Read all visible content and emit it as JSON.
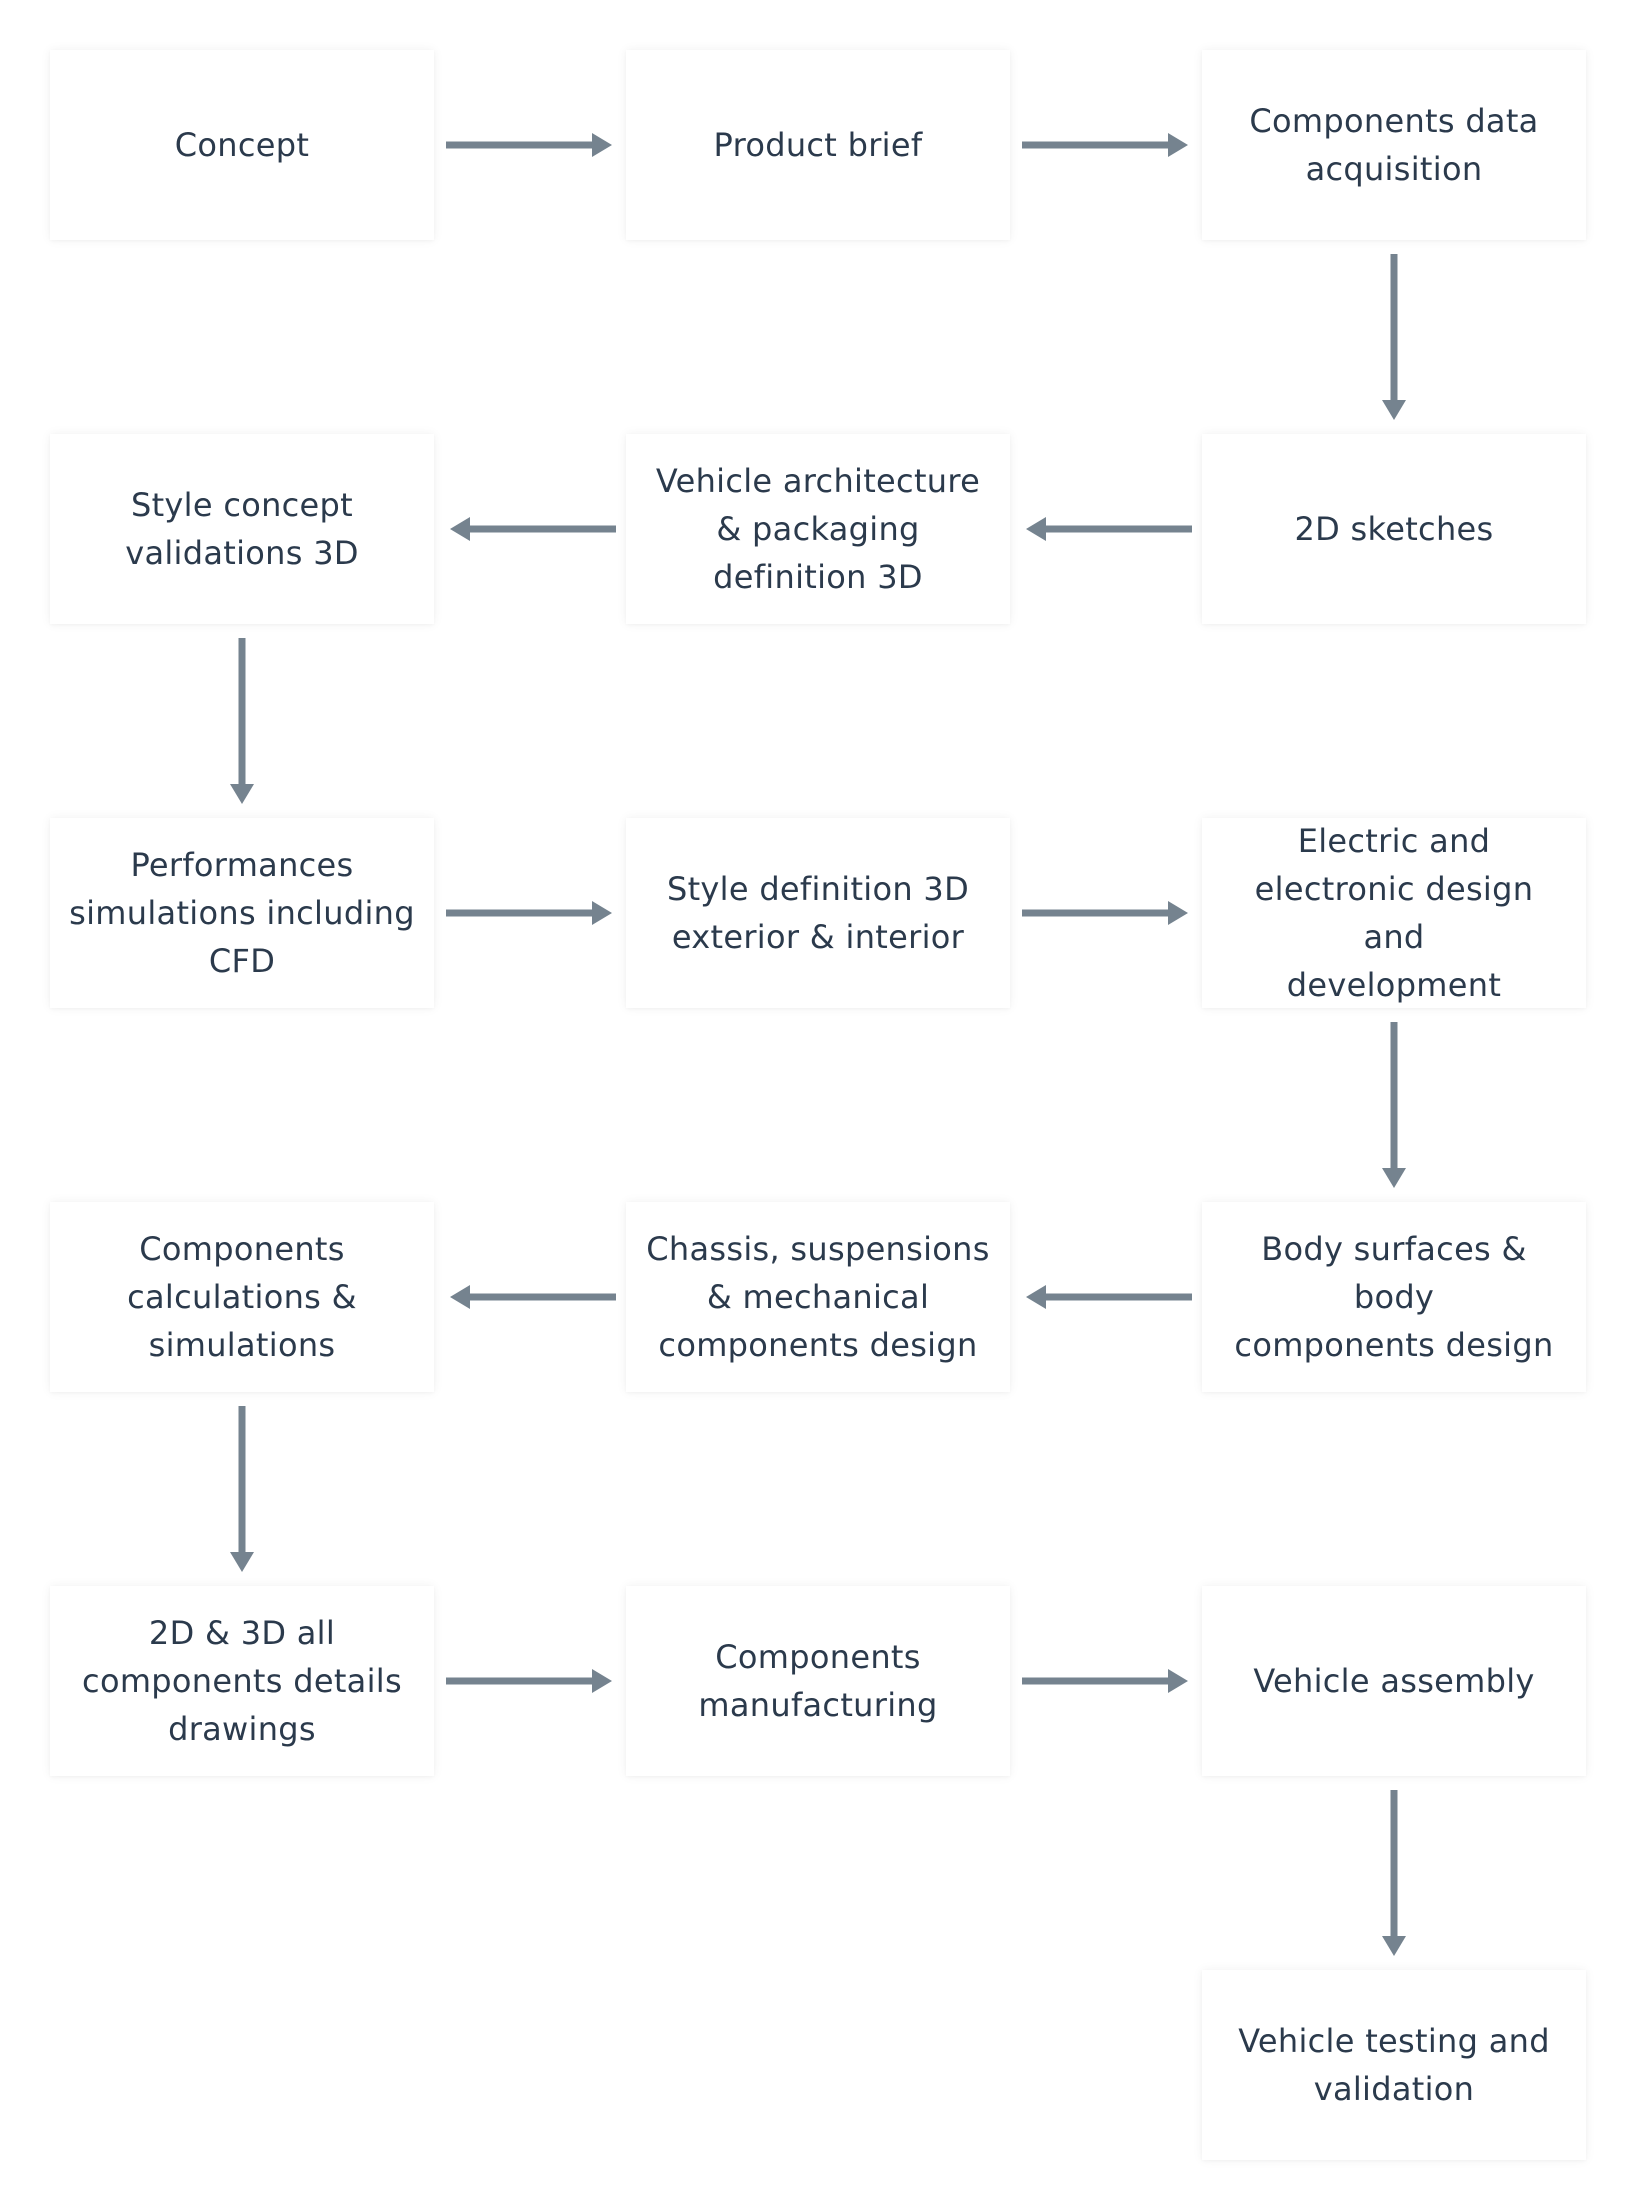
{
  "diagram": {
    "nodes": [
      {
        "id": "concept",
        "label": "Concept"
      },
      {
        "id": "product-brief",
        "label": "Product brief"
      },
      {
        "id": "components-data-acquisition",
        "label": "Components data\nacquisition"
      },
      {
        "id": "style-concept-validations-3d",
        "label": "Style concept\nvalidations 3D"
      },
      {
        "id": "vehicle-architecture",
        "label": "Vehicle architecture\n& packaging\ndefinition 3D"
      },
      {
        "id": "2d-sketches",
        "label": "2D sketches"
      },
      {
        "id": "performances-simulations",
        "label": "Performances\nsimulations including\nCFD"
      },
      {
        "id": "style-definition-3d",
        "label": "Style definition 3D\nexterior & interior"
      },
      {
        "id": "electric-electronic-design",
        "label": "Electric and\nelectronic design and\ndevelopment"
      },
      {
        "id": "components-calculations",
        "label": "Components\ncalculations &\nsimulations"
      },
      {
        "id": "chassis-suspensions",
        "label": "Chassis, suspensions\n& mechanical\ncomponents design"
      },
      {
        "id": "body-surfaces",
        "label": "Body surfaces & body\ncomponents design"
      },
      {
        "id": "2d-3d-drawings",
        "label": "2D & 3D all\ncomponents details\ndrawings"
      },
      {
        "id": "components-manufacturing",
        "label": "Components\nmanufacturing"
      },
      {
        "id": "vehicle-assembly",
        "label": "Vehicle assembly"
      },
      {
        "id": "vehicle-testing",
        "label": "Vehicle testing and\nvalidation"
      }
    ],
    "edges": [
      {
        "from": "concept",
        "to": "product-brief"
      },
      {
        "from": "product-brief",
        "to": "components-data-acquisition"
      },
      {
        "from": "components-data-acquisition",
        "to": "2d-sketches"
      },
      {
        "from": "2d-sketches",
        "to": "vehicle-architecture"
      },
      {
        "from": "vehicle-architecture",
        "to": "style-concept-validations-3d"
      },
      {
        "from": "style-concept-validations-3d",
        "to": "performances-simulations"
      },
      {
        "from": "performances-simulations",
        "to": "style-definition-3d"
      },
      {
        "from": "style-definition-3d",
        "to": "electric-electronic-design"
      },
      {
        "from": "electric-electronic-design",
        "to": "body-surfaces"
      },
      {
        "from": "body-surfaces",
        "to": "chassis-suspensions"
      },
      {
        "from": "chassis-suspensions",
        "to": "components-calculations"
      },
      {
        "from": "components-calculations",
        "to": "2d-3d-drawings"
      },
      {
        "from": "2d-3d-drawings",
        "to": "components-manufacturing"
      },
      {
        "from": "components-manufacturing",
        "to": "vehicle-assembly"
      },
      {
        "from": "vehicle-assembly",
        "to": "vehicle-testing"
      }
    ],
    "colors": {
      "arrow": "#75838f",
      "text": "#2b3a4c",
      "box_background": "#ffffff"
    }
  }
}
